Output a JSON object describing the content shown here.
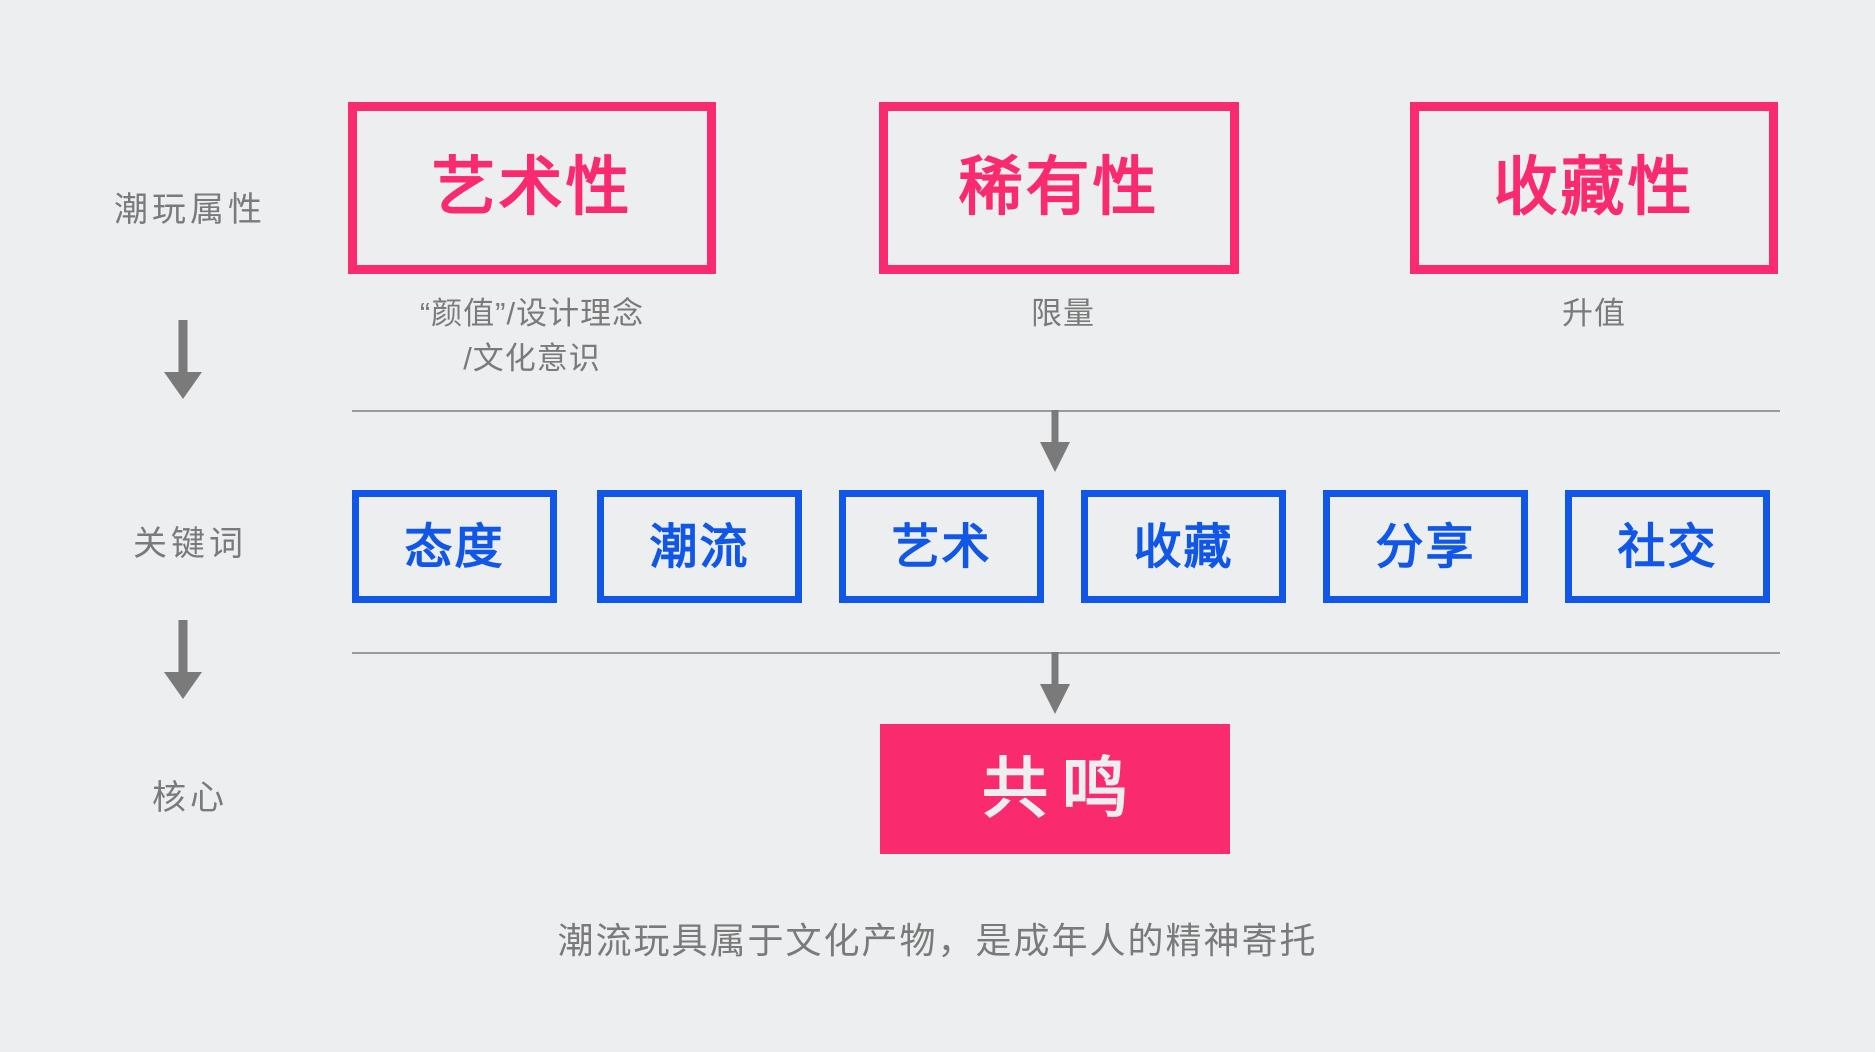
{
  "theme": {
    "background": "#ECEEF0",
    "accent_pink": "#F92A6E",
    "accent_blue": "#1057E8",
    "text_gray": "#7A7A7A",
    "line_gray": "#9A9A9A"
  },
  "rail": {
    "labels": [
      {
        "text": "潮玩属性"
      },
      {
        "text": "关键词"
      },
      {
        "text": "核心"
      }
    ]
  },
  "attributes": {
    "items": [
      {
        "title": "艺术性",
        "caption": "“颜值”/设计理念\n/文化意识"
      },
      {
        "title": "稀有性",
        "caption": "限量"
      },
      {
        "title": "收藏性",
        "caption": "升值"
      }
    ]
  },
  "keywords": {
    "items": [
      {
        "text": "态度"
      },
      {
        "text": "潮流"
      },
      {
        "text": "艺术"
      },
      {
        "text": "收藏"
      },
      {
        "text": "分享"
      },
      {
        "text": "社交"
      }
    ]
  },
  "core": {
    "text": "共鸣"
  },
  "footer": {
    "caption": "潮流玩具属于文化产物，是成年人的精神寄托"
  }
}
